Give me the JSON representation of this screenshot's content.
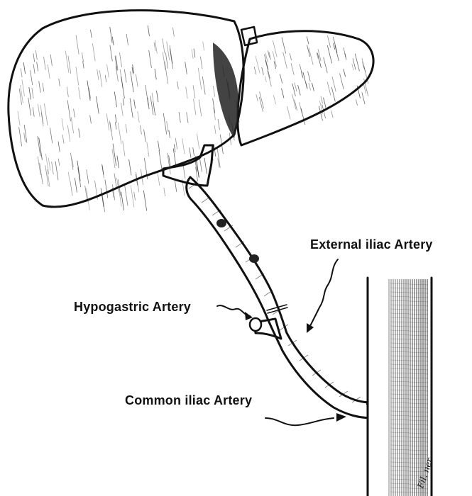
{
  "labels": {
    "external_iliac": "External iliac Artery",
    "hypogastric": "Hypogastric Artery",
    "common_iliac": "Common iliac Artery"
  },
  "signature": "Fil. ner",
  "colors": {
    "ink": "#111111",
    "paper": "#ffffff"
  }
}
